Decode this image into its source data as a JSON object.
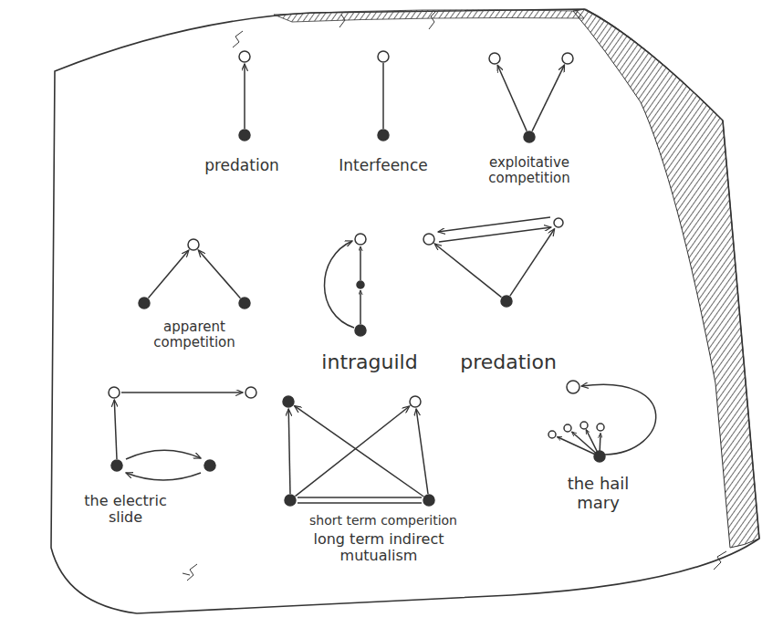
{
  "diagram": {
    "labels": [
      "predation",
      "Interfeence",
      "exploitative competition",
      "apparent competition",
      "intraguild",
      "predation",
      "the electric slide",
      "short term comperition",
      "long term indirect mutualism",
      "the hail mary"
    ]
  }
}
